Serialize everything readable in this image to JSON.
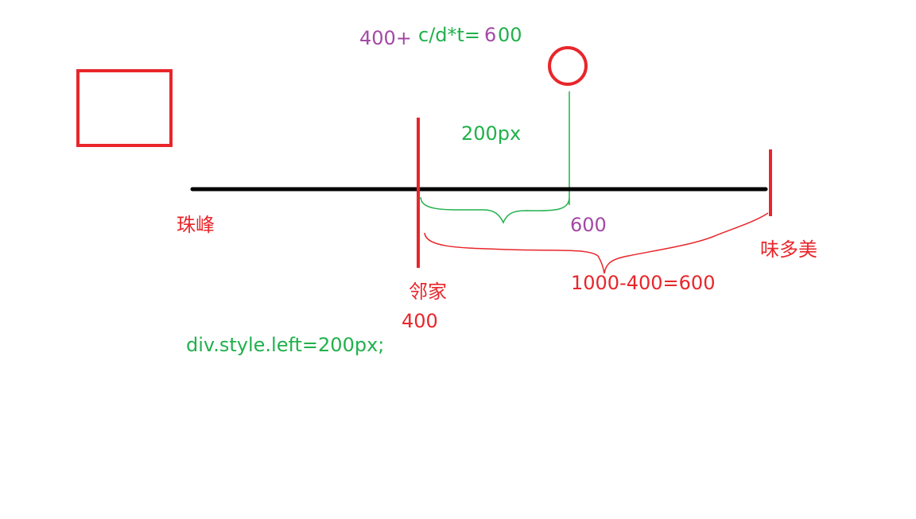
{
  "colors": {
    "red": "#e8262b",
    "green": "#20b14c",
    "purple": "#a349a4",
    "black": "#000000"
  },
  "labels": {
    "formula_prefix": "400+",
    "formula_cd": "c/d*t=",
    "formula_6": "6",
    "formula_00": "00",
    "distance_200px": "200px",
    "left_point": "珠峰",
    "mid_point": "邻家",
    "mid_value": "400",
    "right_point": "味多美",
    "purple_600": "600",
    "red_distance": "1000-400=600",
    "code": "div.style.left=200px;"
  },
  "icons": {
    "box": "square-outline-icon",
    "ball": "circle-outline-icon"
  }
}
